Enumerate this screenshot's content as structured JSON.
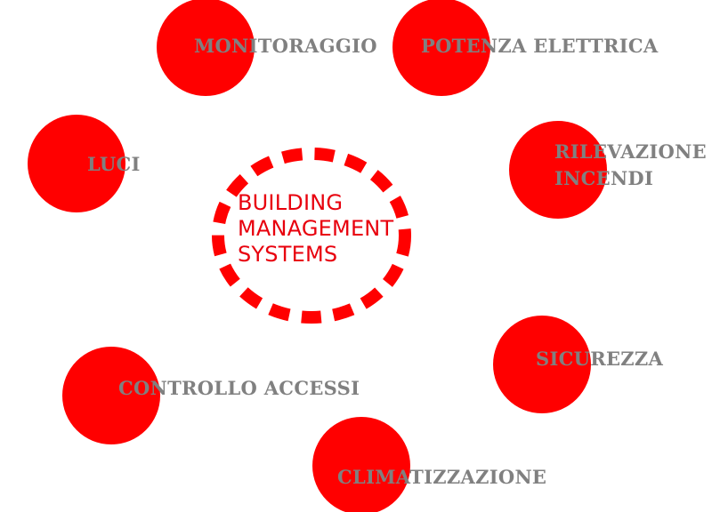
{
  "colors": {
    "accent": "#ff0000",
    "label_text": "#808080",
    "center_text": "#e8000d",
    "background": "#ffffff"
  },
  "center": {
    "lines": [
      "BUILDING",
      "MANAGEMENT",
      "SYSTEMS"
    ]
  },
  "nodes": {
    "monitoraggio": {
      "label": "MONITORAGGIO"
    },
    "potenza": {
      "label": "POTENZA ELETTRICA"
    },
    "luci": {
      "label": "LUCI"
    },
    "rilevazione": {
      "label_line1": "RILEVAZIONE",
      "label_line2": "INCENDI"
    },
    "sicurezza": {
      "label": "SICUREZZA"
    },
    "controllo": {
      "label": "CONTROLLO ACCESSI"
    },
    "climatizzazione": {
      "label": "CLIMATIZZAZIONE"
    }
  }
}
